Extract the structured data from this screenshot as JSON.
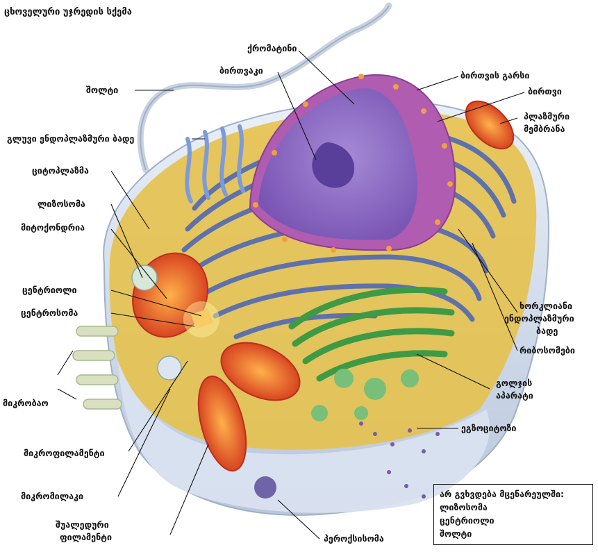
{
  "title": "ცხოველური უჯრედის სქემა",
  "labels": {
    "chromatin": "ქრომატინი",
    "nucleolus": "ბირთვაკი",
    "nuclear_envelope": "ბირთვის გარსი",
    "nucleus": "ბირთვი",
    "flagellum": "შოლტი",
    "smooth_er": "გლუვი ენდოპლაზმური ბადე",
    "plasma_membrane_1": "პლაზმური",
    "plasma_membrane_2": "მემბრანა",
    "cytoplasm": "ციტოპლაზმა",
    "lysosome": "ლიზოსომა",
    "mitochondria": "მიტოქონდრია",
    "centriole": "ცენტრიოლი",
    "centrosome": "ცენტროსომა",
    "rough_er_1": "ხორკლიანი",
    "rough_er_2": "ენდოპლაზმური",
    "rough_er_3": "ბადე",
    "ribosomes": "რიბოსომები",
    "microtubules": "მიკრობაო",
    "golgi_1": "გოლჯის",
    "golgi_2": "აპარატი",
    "exocytosis": "ეგზოციტოზი",
    "microfilaments": "მიკროფილამენტი",
    "microvilli": "მიკრომილაკი",
    "intermediate_1": "შუალედური",
    "intermediate_2": "ფილამენტი",
    "peroxisome": "პეროქსისომა"
  },
  "note": {
    "heading": "არ გვხვდება მცენარეულში:",
    "items": [
      "ლიზოსომა",
      "ცენტრიოლი",
      "შოლტი"
    ]
  },
  "colors": {
    "nucleus": "#a35aa8",
    "nucleus_interior": "#8f6fc4",
    "rough_er": "#4f69b5",
    "golgi": "#3f9a45",
    "mitochondria": "#e14a2a",
    "cytoplasm": "#e6c14d",
    "membrane": "#c9d3e3"
  }
}
